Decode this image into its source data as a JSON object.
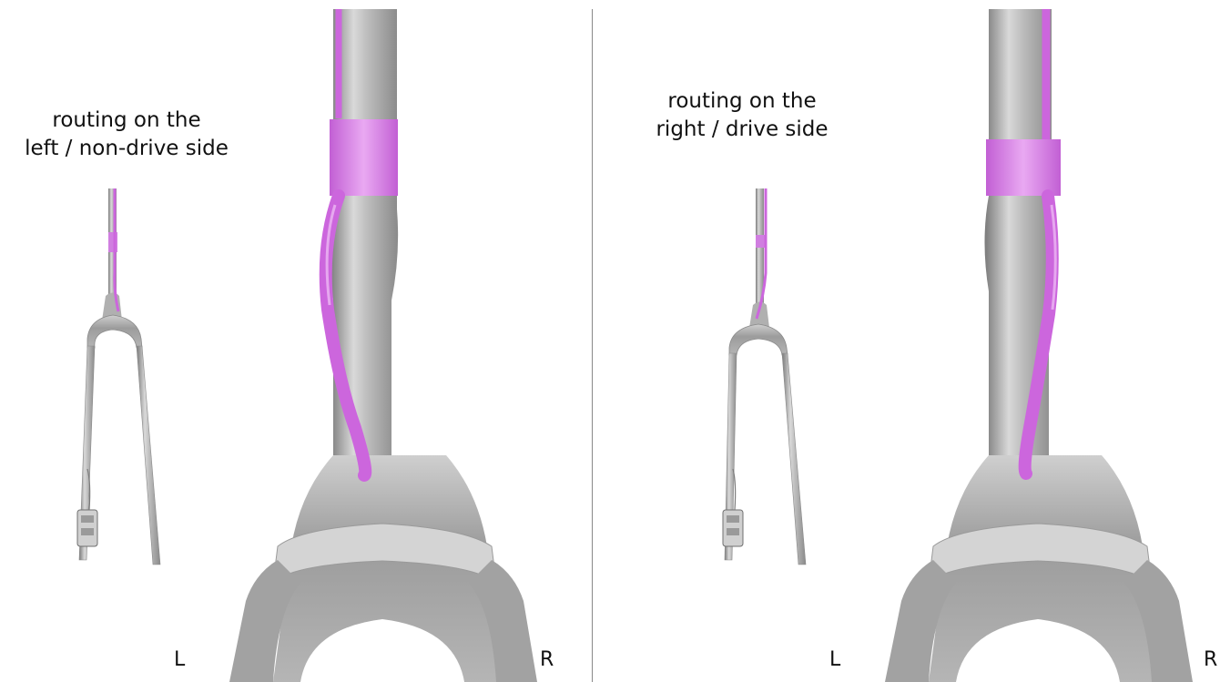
{
  "panels": [
    {
      "caption_line1": "routing on the",
      "caption_line2": "left / non-drive side",
      "left_label": "L",
      "right_label": "R"
    },
    {
      "caption_line1": "routing on the",
      "caption_line2": "right / drive side",
      "left_label": "L",
      "right_label": "R"
    }
  ],
  "colors": {
    "fork": "#a9a9a9",
    "fork_highlight": "#e6e6e6",
    "fork_shadow": "#6e6e6e",
    "hose": "#cc66dd",
    "hose_highlight": "#e6a8ef"
  }
}
